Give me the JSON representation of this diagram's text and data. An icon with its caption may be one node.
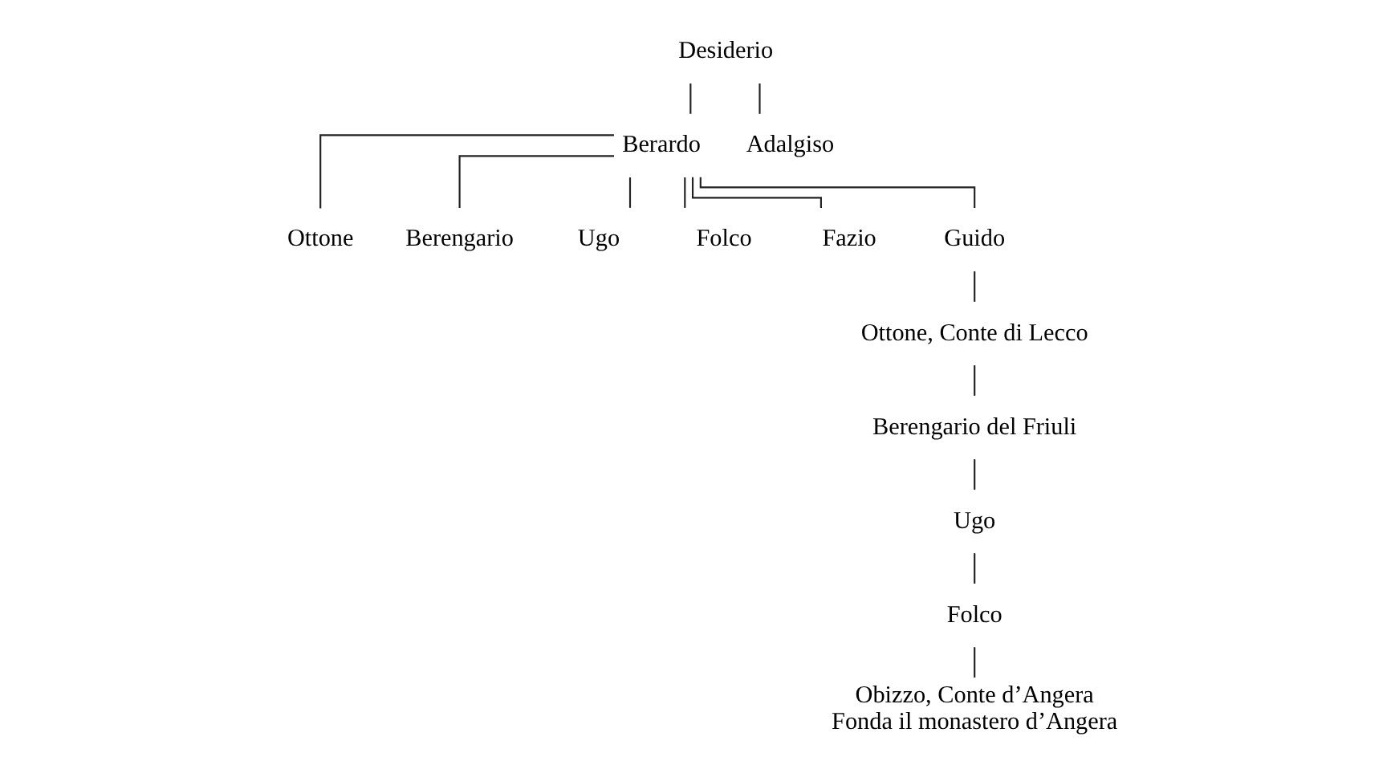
{
  "diagram": {
    "nodes": [
      {
        "text": [
          "Desiderio"
        ]
      },
      {
        "text": [
          "Berardo"
        ]
      },
      {
        "text": [
          "Adalgiso"
        ]
      },
      {
        "text": [
          "Ottone"
        ]
      },
      {
        "text": [
          "Berengario"
        ]
      },
      {
        "text": [
          "Ugo"
        ]
      },
      {
        "text": [
          "Folco"
        ]
      },
      {
        "text": [
          "Fazio"
        ]
      },
      {
        "text": [
          "Guido"
        ]
      },
      {
        "text": [
          "Ottone, Conte di Lecco"
        ]
      },
      {
        "text": [
          "Berengario del Friuli"
        ]
      },
      {
        "text": [
          "Ugo"
        ]
      },
      {
        "text": [
          "Folco"
        ]
      },
      {
        "text": [
          "Obizzo, Conte d’Angera"
        ],
        "beside": [
          "Fonda il monastero d’Angera"
        ]
      }
    ],
    "edges": [
      {
        "from": 0,
        "to": 1,
        "arrow": "none"
      },
      {
        "from": 0,
        "to": 2,
        "arrow": "none"
      },
      {
        "from": 1,
        "to": 3,
        "arrow": "none"
      },
      {
        "from": 1,
        "to": 4,
        "arrow": "none"
      },
      {
        "from": 1,
        "to": 5,
        "arrow": "none"
      },
      {
        "from": 1,
        "to": 6,
        "arrow": "none"
      },
      {
        "from": 1,
        "to": 7,
        "arrow": "none"
      },
      {
        "from": 1,
        "to": 8,
        "arrow": "none"
      },
      {
        "from": 8,
        "to": 9,
        "arrow": "none"
      },
      {
        "from": 9,
        "to": 10,
        "arrow": "none"
      },
      {
        "from": 10,
        "to": 11,
        "arrow": "none"
      },
      {
        "from": 11,
        "to": 12,
        "arrow": "none"
      },
      {
        "from": 12,
        "to": 13,
        "arrow": "none"
      }
    ]
  }
}
